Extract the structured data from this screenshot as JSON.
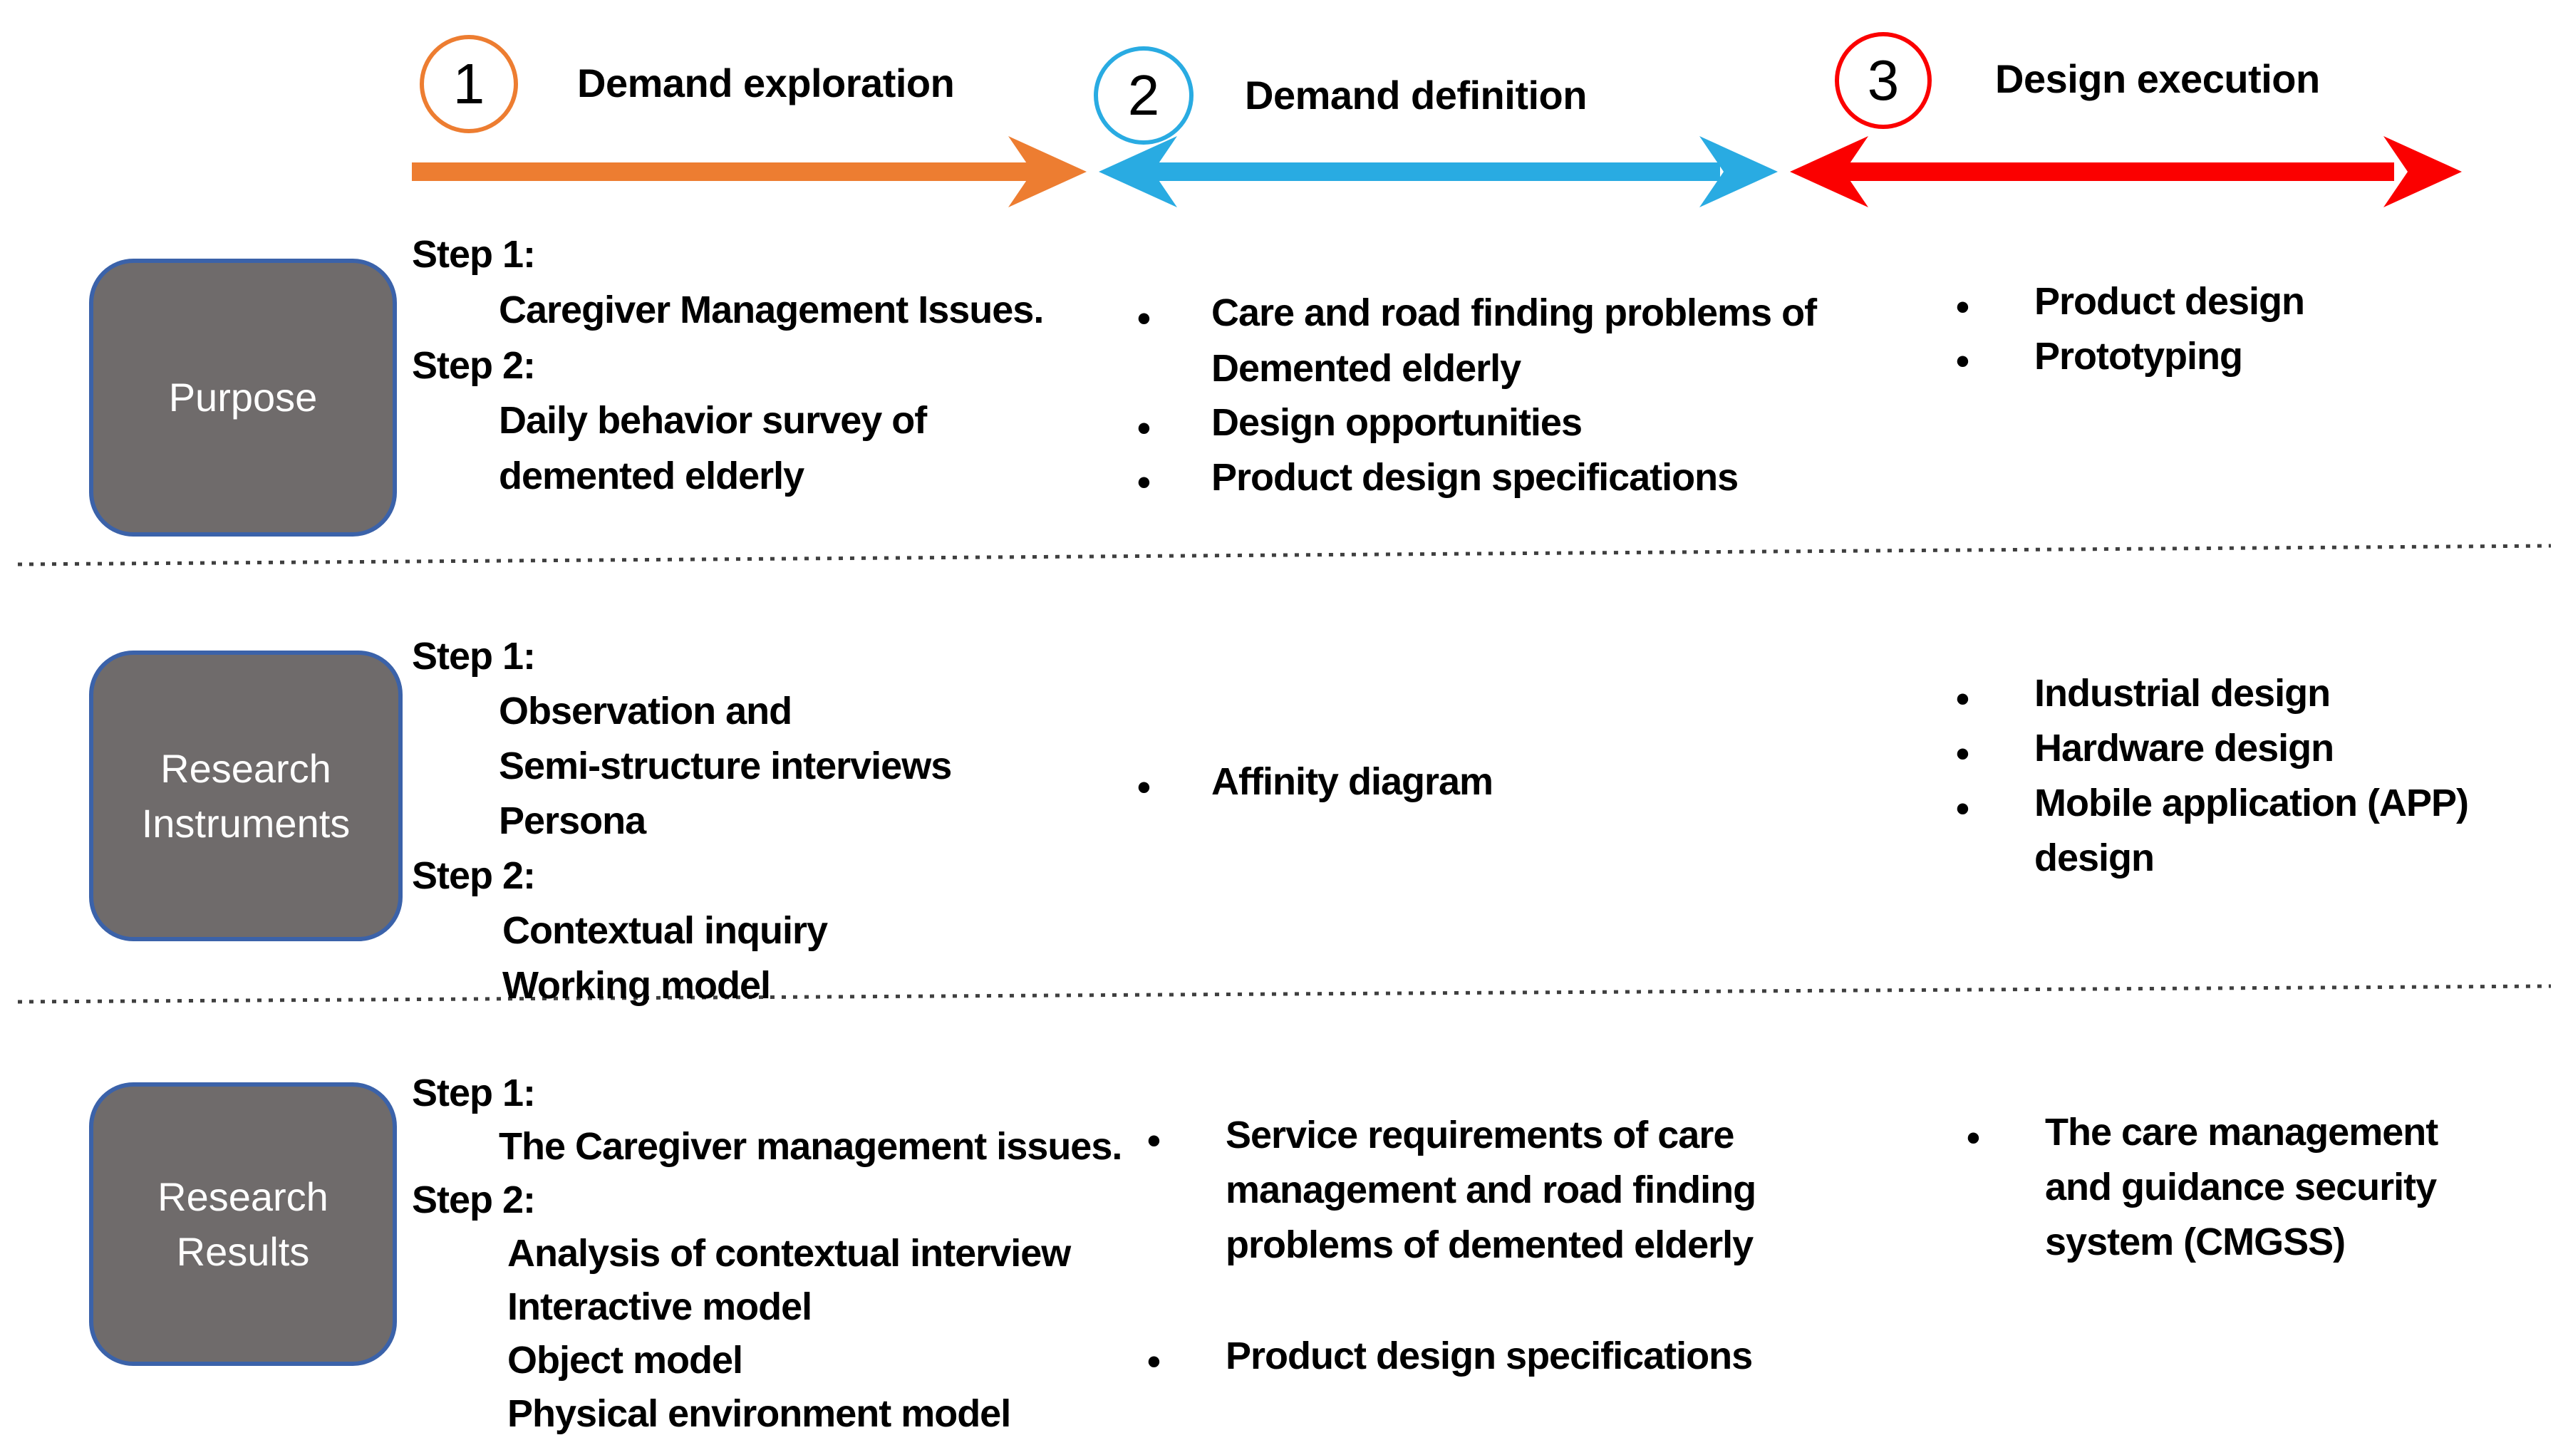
{
  "colors": {
    "phase1": "#ED7D31",
    "phase2": "#29ABE2",
    "phase3": "#FB0000",
    "box_fill": "#6F6B6B",
    "box_border": "#3B62A9",
    "box_text": "#FFFFFF",
    "divider": "#3F3F3F",
    "text": "#000000"
  },
  "glyphs": {
    "bullet": "•"
  },
  "header": {
    "phases": [
      {
        "number": "1",
        "label": "Demand exploration"
      },
      {
        "number": "2",
        "label": "Demand definition"
      },
      {
        "number": "3",
        "label": "Design execution"
      }
    ]
  },
  "rows": [
    {
      "lines": [
        "Purpose"
      ]
    },
    {
      "lines": [
        "Research",
        "Instruments"
      ]
    },
    {
      "lines": [
        "Research",
        "Results"
      ]
    }
  ],
  "cells": {
    "purpose": {
      "exploration": [
        "Step 1:",
        "Caregiver Management Issues.",
        "Step 2:",
        "Daily behavior survey of",
        "demented elderly"
      ],
      "definition": [
        "Care and road finding problems of",
        "Demented elderly",
        "Design opportunities",
        "Product design specifications"
      ],
      "execution": [
        "Product design",
        "Prototyping"
      ]
    },
    "instruments": {
      "exploration": [
        "Step 1:",
        "Observation and",
        "Semi-structure interviews",
        "Persona",
        "Step 2:",
        "Contextual inquiry",
        "Working model"
      ],
      "definition": [
        "Affinity diagram"
      ],
      "execution": [
        "Industrial design",
        "Hardware design",
        "Mobile application (APP)",
        "design"
      ]
    },
    "results": {
      "exploration": [
        "Step 1:",
        "The Caregiver management issues.",
        "Step 2:",
        "Analysis of contextual interview",
        "Interactive model",
        "Object model",
        "Physical environment model"
      ],
      "definition": [
        "Service requirements of care",
        "management and road finding",
        "problems of demented elderly",
        "Product design specifications"
      ],
      "execution": [
        "The care management",
        "and guidance security",
        "system (CMGSS)"
      ]
    }
  }
}
